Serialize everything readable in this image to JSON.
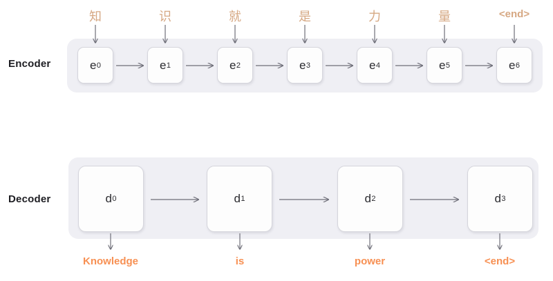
{
  "diagram": {
    "title": "Encoder-Decoder sequence-to-sequence diagram",
    "colors": {
      "panel_background": "#EFEFF4",
      "cell_background": "#FDFDFD",
      "cell_border": "#D5D5DC",
      "encoder_token_color": "#D6A883",
      "decoder_token_color": "#F79053",
      "arrow_color": "#6E6E78",
      "label_color": "#1D1D22",
      "page_background": "#FFFFFF"
    },
    "encoder": {
      "label": "Encoder",
      "input_tokens": [
        "知",
        "识",
        "就",
        "是",
        "力",
        "量",
        "<end>"
      ],
      "cells": [
        {
          "base": "e",
          "index": "0"
        },
        {
          "base": "e",
          "index": "1"
        },
        {
          "base": "e",
          "index": "2"
        },
        {
          "base": "e",
          "index": "3"
        },
        {
          "base": "e",
          "index": "4"
        },
        {
          "base": "e",
          "index": "5"
        },
        {
          "base": "e",
          "index": "6"
        }
      ]
    },
    "decoder": {
      "label": "Decoder",
      "output_tokens": [
        "Knowledge",
        "is",
        "power",
        "<end>"
      ],
      "cells": [
        {
          "base": "d",
          "index": "0"
        },
        {
          "base": "d",
          "index": "1"
        },
        {
          "base": "d",
          "index": "2"
        },
        {
          "base": "d",
          "index": "3"
        }
      ]
    }
  }
}
